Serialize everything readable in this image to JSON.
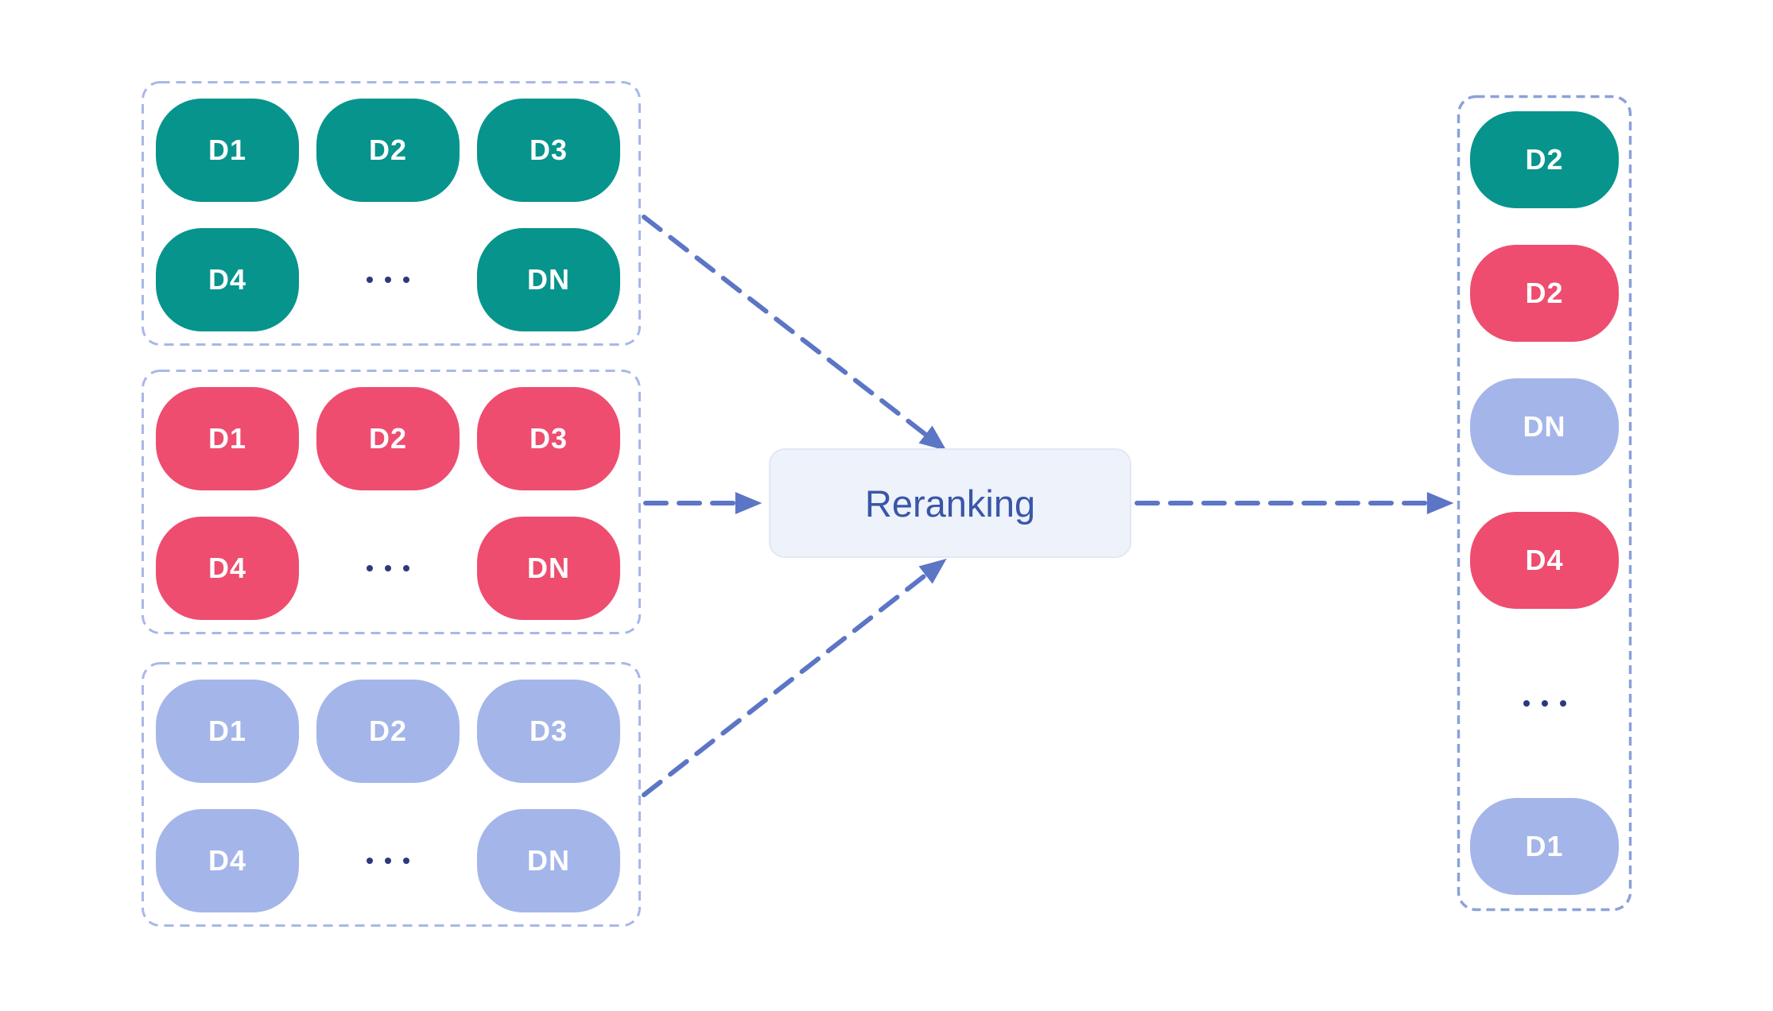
{
  "colors": {
    "bg": "#FFFFFF",
    "teal": "#07948C",
    "pink": "#EE4D6F",
    "periwinkle": "#A4B5E9",
    "arrow": "#5C75C5",
    "group_border": "#A7B8E9",
    "result_border": "#8CA1DB",
    "rerank_fill": "#EDF2FB",
    "rerank_border": "#E2E8F5",
    "rerank_text": "#3A56A6",
    "dots": "#2B3A7E"
  },
  "ellipsis_label": "...",
  "candidate_groups": [
    {
      "name": "teal-group",
      "color": "#07948C",
      "rows": [
        [
          "D1",
          "D2",
          "D3"
        ],
        [
          "D4",
          "...",
          "DN"
        ]
      ]
    },
    {
      "name": "pink-group",
      "color": "#EE4D6F",
      "rows": [
        [
          "D1",
          "D2",
          "D3"
        ],
        [
          "D4",
          "...",
          "DN"
        ]
      ]
    },
    {
      "name": "periwinkle-group",
      "color": "#A4B5E9",
      "rows": [
        [
          "D1",
          "D2",
          "D3"
        ],
        [
          "D4",
          "...",
          "DN"
        ]
      ]
    }
  ],
  "reranking": {
    "label": "Reranking"
  },
  "result_list": {
    "items": [
      {
        "label": "D2",
        "color": "#07948C",
        "color_name": "teal"
      },
      {
        "label": "D2",
        "color": "#EE4D6F",
        "color_name": "pink"
      },
      {
        "label": "DN",
        "color": "#A4B5E9",
        "color_name": "periwinkle"
      },
      {
        "label": "D4",
        "color": "#EE4D6F",
        "color_name": "pink"
      },
      {
        "label": "...",
        "color": null,
        "color_name": "ellipsis"
      },
      {
        "label": "D1",
        "color": "#A4B5E9",
        "color_name": "periwinkle"
      }
    ]
  }
}
